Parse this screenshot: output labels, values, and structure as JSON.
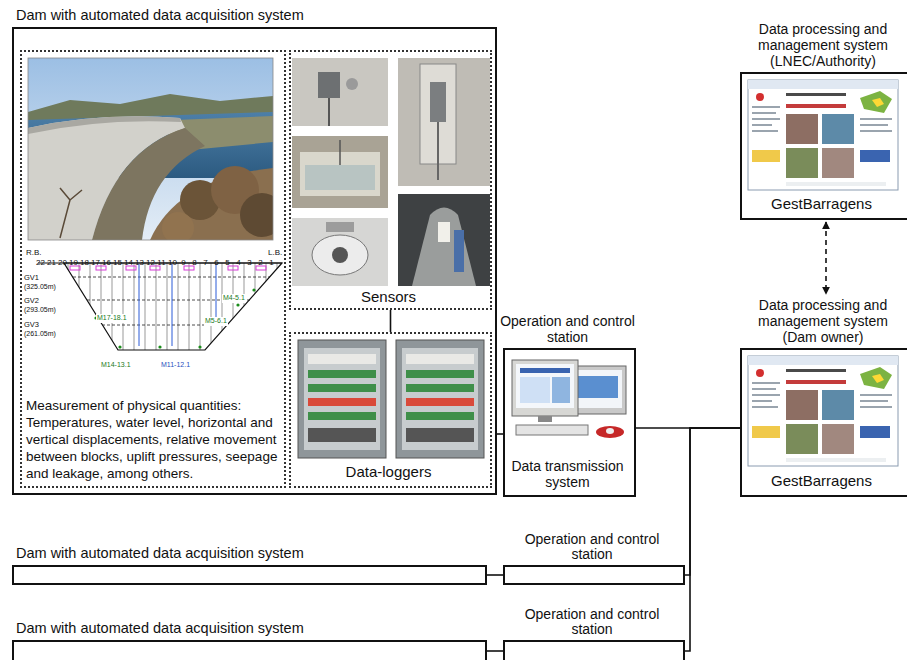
{
  "diagram": {
    "nodes": [
      {
        "text": [
          "Dam with automated data acquisition system"
        ]
      },
      {
        "text": [
          "Measurement of physical quantities: Temperatures, water level, horizontal and vertical displacements, relative movement between blocks, uplift pressures, seepage and leakage, among others."
        ],
        "in": 0
      },
      {
        "text": [
          "Sensors"
        ],
        "in": 0
      },
      {
        "text": [
          "Data-loggers"
        ],
        "in": 0
      },
      {
        "text": [
          "Operation and control station",
          "Data transmission system"
        ]
      },
      {
        "text": [
          "Data processing and management system (LNEC/Authority)",
          "GestBarragens"
        ]
      },
      {
        "text": [
          "Data processing and management system (Dam owner)",
          "GestBarragens"
        ]
      },
      {
        "text": [
          "Dam with automated data acquisition system"
        ]
      },
      {
        "text": [
          "Operation and control station"
        ]
      },
      {
        "text": [
          "Dam with automated data acquisition system"
        ]
      },
      {
        "text": [
          "Operation and control station"
        ]
      }
    ],
    "edges": [
      {
        "from": 2,
        "to": 3,
        "arrow": "none"
      },
      {
        "from": 0,
        "to": 4,
        "arrow": "none"
      },
      {
        "from": 4,
        "to": 6,
        "arrow": "none"
      },
      {
        "from": 5,
        "to": 6,
        "arrow": "both"
      },
      {
        "from": 7,
        "to": 8,
        "arrow": "none"
      },
      {
        "from": 8,
        "to": 6,
        "arrow": "none"
      },
      {
        "from": 9,
        "to": 10,
        "arrow": "none"
      },
      {
        "from": 10,
        "to": 6,
        "arrow": "none"
      }
    ],
    "labels": [
      "R.B.",
      "22",
      "21",
      "20",
      "19",
      "18",
      "17",
      "16",
      "15",
      "14",
      "13",
      "12",
      "11",
      "10",
      "9",
      "8",
      "7",
      "6",
      "5",
      "4",
      "3",
      "2",
      "1",
      "L.B.",
      "GV1",
      "(325.05m)",
      "GV2",
      "(293.05m)",
      "GV3",
      "(261.05m)",
      "M17-18.1",
      "M14-13.1",
      "M11-12.1",
      "M5-6.1",
      "M4-5.1"
    ]
  }
}
